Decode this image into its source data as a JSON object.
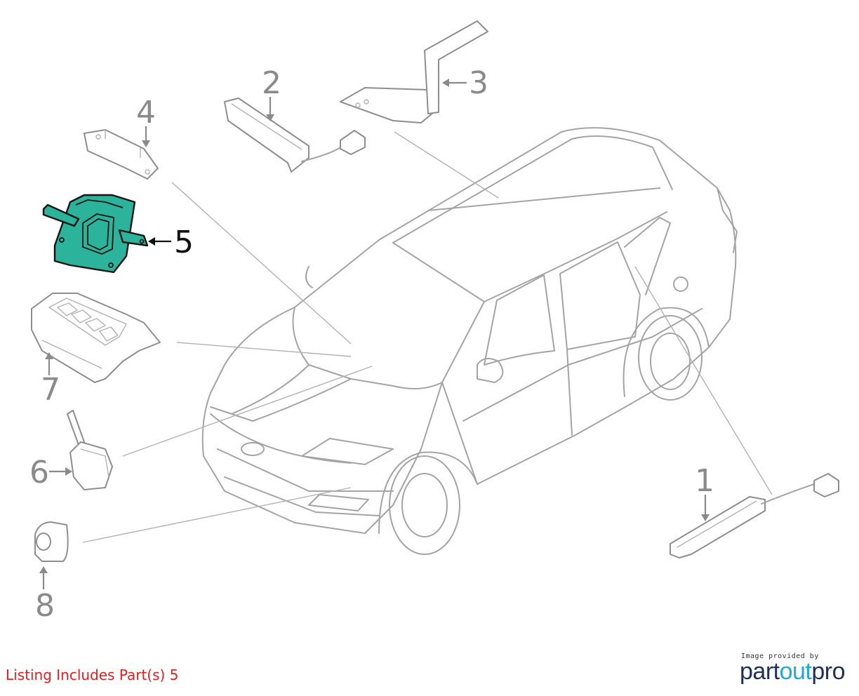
{
  "callouts": [
    "1",
    "2",
    "3",
    "4",
    "5",
    "6",
    "7",
    "8"
  ],
  "highlighted_part": "5",
  "caption": "Listing Includes Part(s) 5",
  "credit": {
    "small_text": "Image provided by",
    "brand_part1": "part",
    "brand_part2": "out",
    "brand_part3": "pro"
  },
  "colors": {
    "highlight_fill": "#2bb39b",
    "caption": "#e02020",
    "brand_dark": "#1f2f57",
    "brand_light": "#22a7d6"
  }
}
